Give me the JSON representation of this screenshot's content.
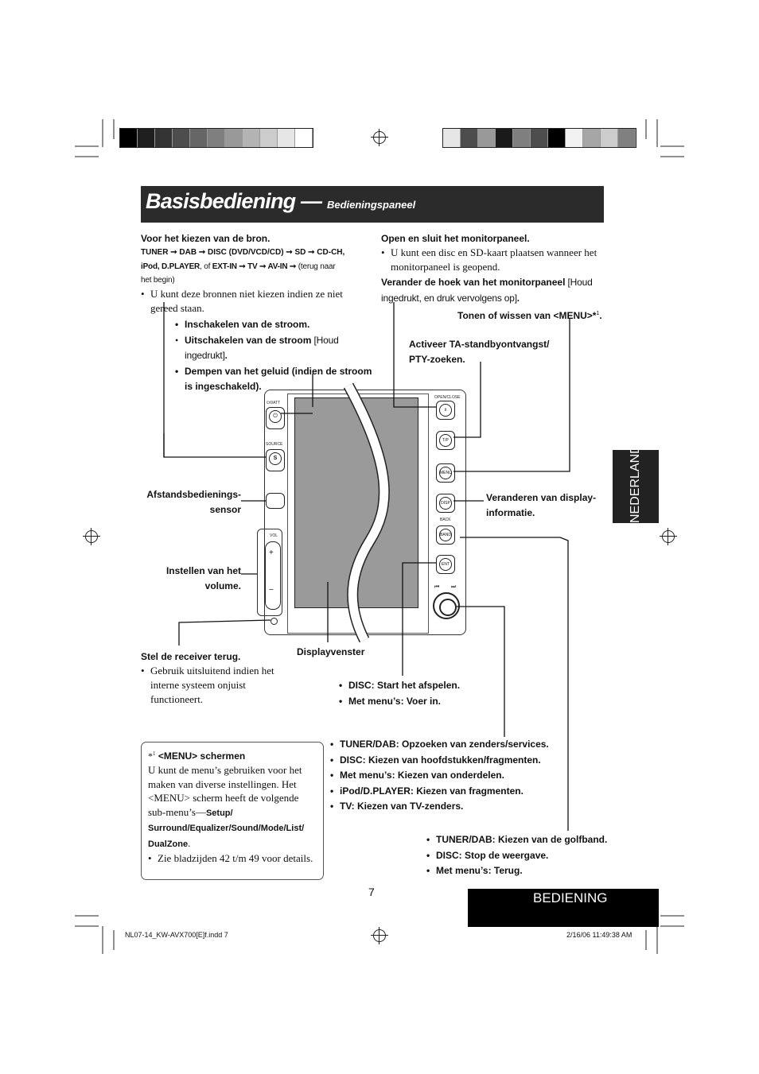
{
  "header": {
    "title": "Basisbediening —",
    "subtitle": "Bedieningspaneel"
  },
  "side_tab": "NEDERLANDS",
  "bottom_tab": "BEDIENING",
  "page_number": "7",
  "footer": {
    "file": "NL07-14_KW-AVX700[E]f.indd   7",
    "date": "2/16/06   11:49:38 AM"
  },
  "colors": {
    "bar_left": [
      "#000000",
      "#1f1f1f",
      "#333333",
      "#4d4d4d",
      "#666666",
      "#7f7f7f",
      "#999999",
      "#b3b3b3",
      "#cccccc",
      "#e6e6e6",
      "#ffffff"
    ],
    "bar_right": [
      "#e6e6e6",
      "#4d4d4d",
      "#999999",
      "#1a1a1a",
      "#7f7f7f",
      "#4d4d4d",
      "#000000",
      "#f2f2f2",
      "#a6a6a6",
      "#cccccc",
      "#808080"
    ]
  },
  "source": {
    "heading": "Voor het kiezen van de bron.",
    "chain1": "TUNER ➞ DAB ➞ DISC (DVD/VCD/CD) ➞ SD ➞ CD-CH,",
    "chain2a": "iPod, D.PLAYER",
    "chain2b": ", of ",
    "chain2c": "EXT-IN ➞ TV ➞ AV-IN ➞",
    "chain2d": "(terug naar",
    "chain3": "het begin)",
    "note": "U kunt deze bronnen niet kiezen indien ze niet gereed staan."
  },
  "power": {
    "item1": "Inschakelen van de stroom.",
    "item2a": "Uitschakelen van de stroom",
    "item2b": " [Houd ingedrukt]",
    "item2c": ".",
    "item3": "Dempen van het geluid (indien de stroom is ingeschakeld)."
  },
  "monitor": {
    "heading": "Open en sluit het monitorpaneel.",
    "note": "U kunt een disc en SD-kaart plaatsen wanneer het monitorpaneel is geopend.",
    "angle_a": "Verander de hoek van het monitorpaneel",
    "angle_b": " [Houd ingedrukt, en druk vervolgens op]",
    "angle_c": "."
  },
  "menu_label": "Tonen of wissen van <MENU>*",
  "menu_sup": "1",
  "menu_end": ".",
  "ta_label": "Activeer TA-standbyontvangst/ PTY-zoeken.",
  "display_info": "Veranderen van display-informatie.",
  "remote_sensor": "Afstandsbedienings-sensor",
  "volume": "Instellen van het volume.",
  "reset": {
    "heading": "Stel de receiver terug.",
    "note": "Gebruik uitsluitend indien het interne systeem onjuist functioneert."
  },
  "displayvenster": "Displayvenster",
  "ent": {
    "item1": "DISC: Start het afspelen.",
    "item2": "Met menu’s: Voer in."
  },
  "dial": {
    "item1": "TUNER/DAB: Opzoeken van zenders/services.",
    "item2": "DISC: Kiezen van hoofdstukken/fragmenten.",
    "item3": "Met menu’s: Kiezen van onderdelen.",
    "item4": "iPod/D.PLAYER: Kiezen van fragmenten.",
    "item5": "TV: Kiezen van TV-zenders."
  },
  "band": {
    "item1": "TUNER/DAB: Kiezen van de golfband.",
    "item2": "DISC: Stop de weergave.",
    "item3": "Met menu’s: Terug."
  },
  "footnote": {
    "mark": "*",
    "sup": "1",
    "heading": " <MENU> schermen",
    "text": "U kunt de menu’s gebruiken voor het maken van diverse instellingen. Het <MENU> scherm heeft de volgende sub-menu’s—",
    "menus": "Setup/ Surround/Equalizer/Sound/Mode/List/ DualZone",
    "text_end": ".",
    "bullet": "Zie bladzijden 42 t/m 49 voor details."
  },
  "device_labels": {
    "power": "⏻/I/ATT",
    "source": "SOURCE",
    "source_btn": "S",
    "vol": "VOL",
    "plus": "+",
    "minus": "−",
    "open_close": "OPEN/CLOSE",
    "tp": "T/P",
    "menu": "MENU",
    "dsp": "DISP",
    "back": "BACK",
    "band": "BAND",
    "ent": "ENT",
    "prev": "⏮",
    "next": "⏭"
  }
}
